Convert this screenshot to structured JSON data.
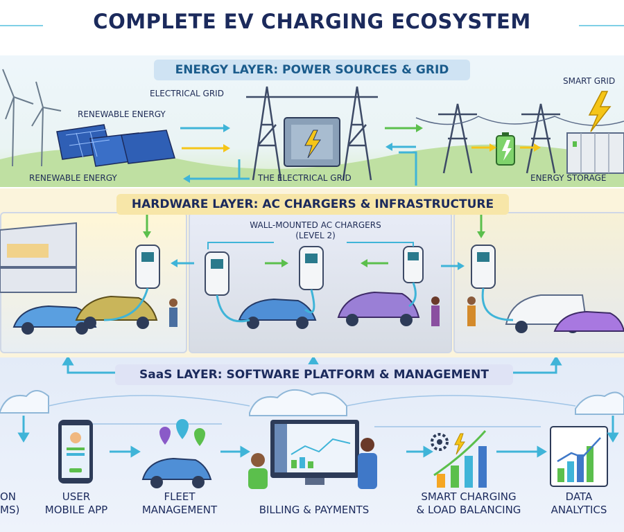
{
  "title": "COMPLETE EV CHARGING ECOSYSTEM",
  "energy": {
    "label": "ENERGY LAYER: POWER SOURCES & GRID",
    "electrical_grid_top": "ELECTRICAL GRID",
    "renewable_top": "RENEWABLE ENERGY",
    "smart_grid": "SMART GRID",
    "renewable_bottom": "RENEWABLE ENERGY",
    "electrical_grid_bottom": "THE ELECTRICAL GRID",
    "energy_storage": "ENERGY STORAGE"
  },
  "hardware": {
    "label": "HARDWARE LAYER: AC CHARGERS & INFRASTRUCTURE",
    "wall_chargers_line1": "WALL-MOUNTED AC CHARGERS",
    "wall_chargers_line2": "(LEVEL 2)"
  },
  "saas": {
    "label": "SaaS LAYER: SOFTWARE PLATFORM & MANAGEMENT",
    "items": [
      {
        "line1": "ON",
        "line2": "MS)"
      },
      {
        "line1": "USER",
        "line2": "MOBILE APP"
      },
      {
        "line1": "FLEET",
        "line2": "MANAGEMENT"
      },
      {
        "line1": "",
        "line2": "BILLING & PAYMENTS"
      },
      {
        "line1": "SMART CHARGING",
        "line2": "& LOAD BALANCING"
      },
      {
        "line1": "DATA",
        "line2": "ANALYTICS"
      }
    ]
  },
  "colors": {
    "navy": "#1b2a5c",
    "energy_label_bg": "#cfe3f3",
    "hardware_label_bg": "#f7e6a8",
    "saas_label_bg": "#dfe3f5",
    "accent_cyan": "#3fb4d8",
    "accent_green": "#5bbf4c",
    "bolt_yellow": "#f5c518"
  }
}
